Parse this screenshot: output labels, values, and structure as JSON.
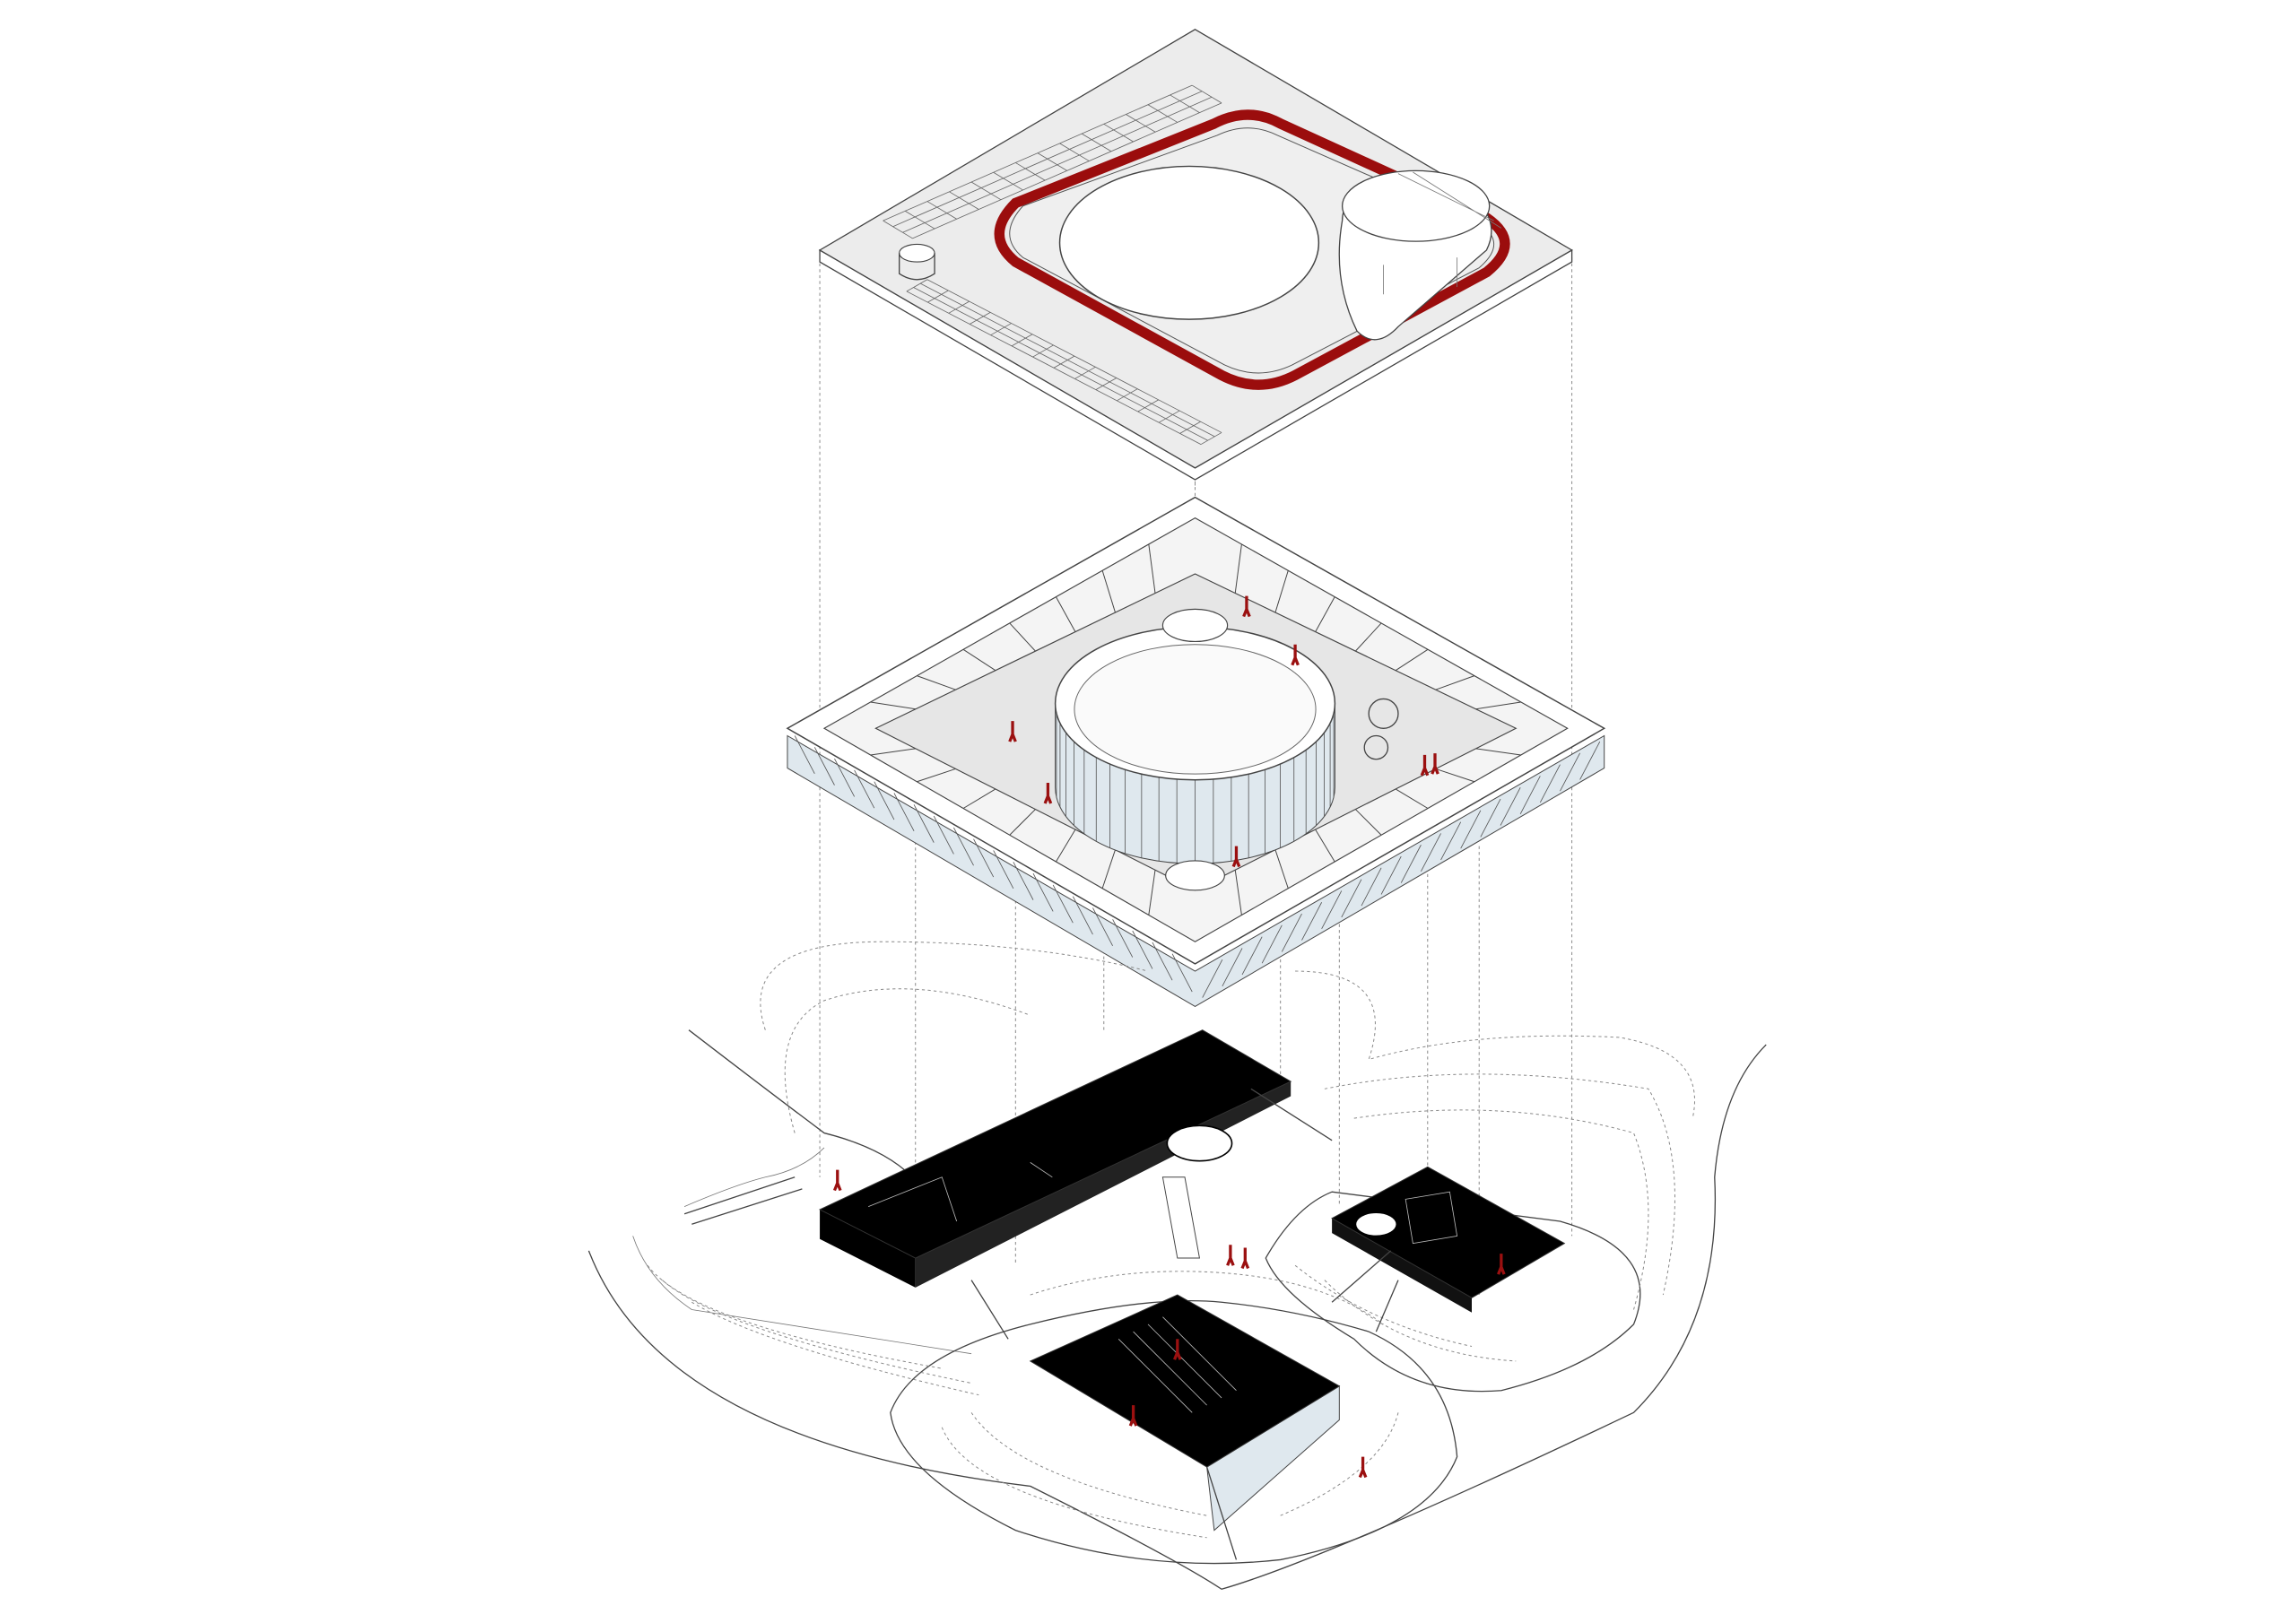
{
  "diagram": {
    "type": "exploded-axonometric",
    "layers": [
      "roof",
      "main-floor",
      "ground-level"
    ],
    "colors": {
      "accent_track": "#9b0d0d",
      "people": "#9b1010",
      "roof_surface": "#ececec",
      "floor_surface": "#e6e6e6",
      "ground_volumes": "#000000",
      "glazing": "#dfe8ee"
    }
  }
}
